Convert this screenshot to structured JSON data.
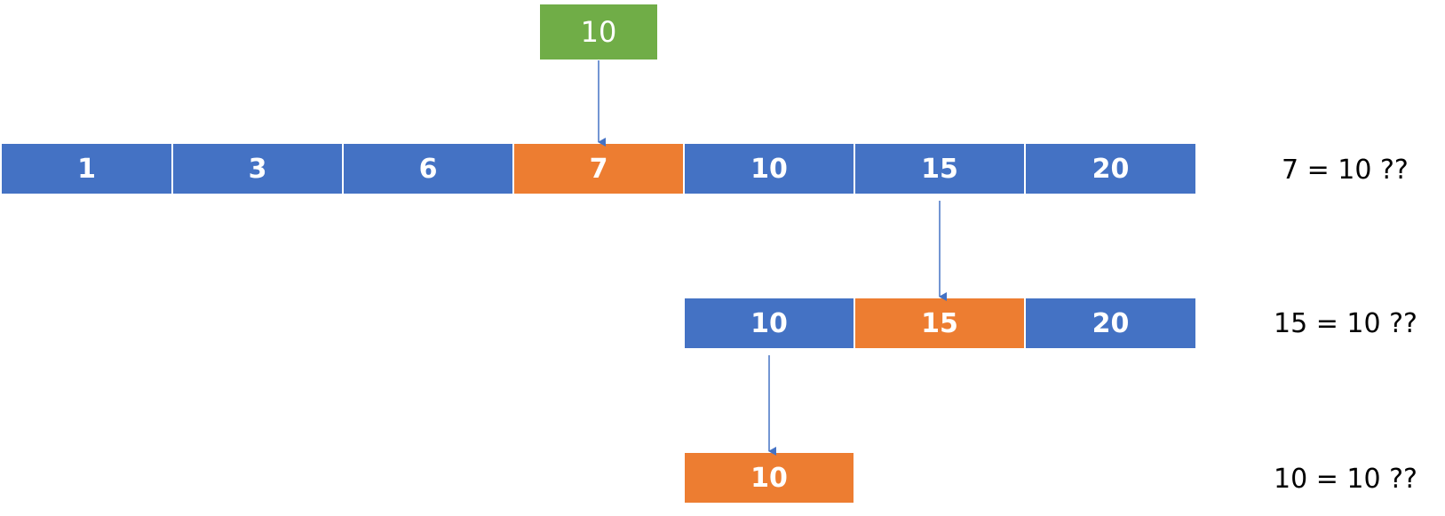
{
  "target": "10",
  "colors": {
    "normal": "#4472C4",
    "compared": "#ED7D31",
    "target": "#70AD47",
    "arrow": "#4472C4"
  },
  "steps": [
    {
      "cells": [
        "1",
        "3",
        "6",
        "7",
        "10",
        "15",
        "20"
      ],
      "compared_index": 3,
      "comparison": "7 = 10 ??"
    },
    {
      "cells": [
        "10",
        "15",
        "20"
      ],
      "compared_index": 1,
      "comparison": "15 = 10 ??"
    },
    {
      "cells": [
        "10"
      ],
      "compared_index": 0,
      "comparison": "10 = 10 ??"
    }
  ]
}
